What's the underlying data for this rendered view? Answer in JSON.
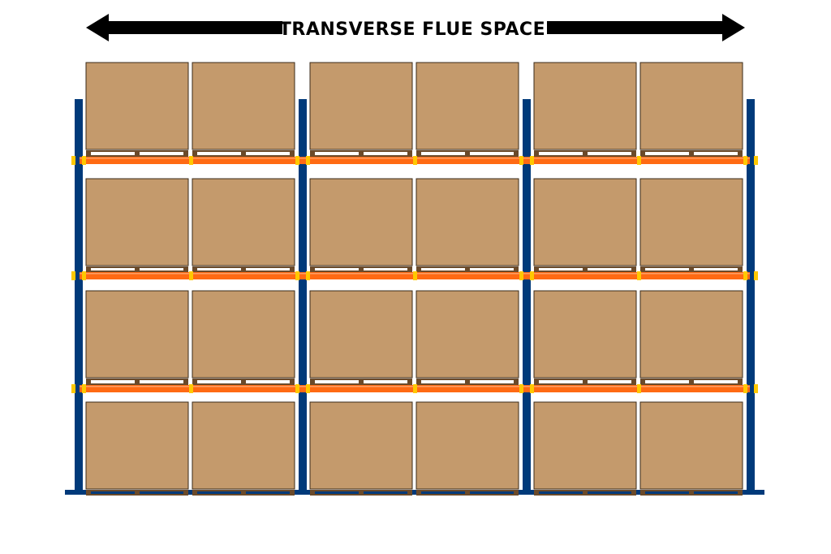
{
  "header": {
    "label": "TRANSVERSE FLUE SPACE"
  },
  "colors": {
    "upright": "#003a7a",
    "beam": "#ff6a13",
    "beam_connector": "#ffc800",
    "box": "#c49a6c",
    "box_outline": "#3a2a18",
    "pallet": "#6b4a2a",
    "arrow": "#000000"
  },
  "rack": {
    "bays": 3,
    "levels": 4,
    "pallets_per_level": 2
  }
}
